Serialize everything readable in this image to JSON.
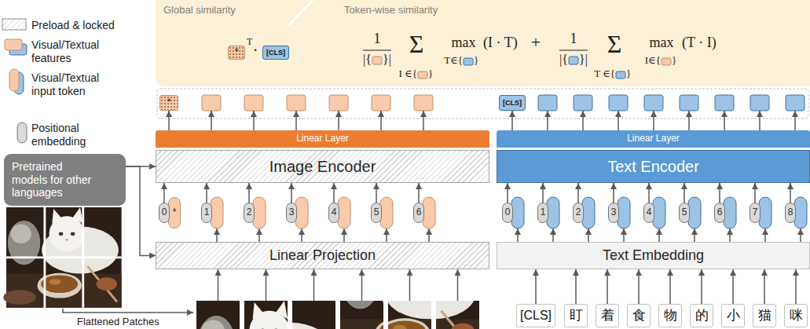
{
  "diagram": {
    "nodes": [
      {
        "text": [
          "Global similarity",
          "Token-wise similarity"
        ]
      },
      {
        "text": [
          "*"
        ],
        "in": 0
      },
      {
        "text": [
          "[CLS]"
        ],
        "in": 0
      },
      {
        "text": [
          "*"
        ]
      },
      {
        "text": [
          "[CLS]"
        ]
      },
      {
        "text": [
          "Linear Layer"
        ]
      },
      {
        "text": [
          "Linear Layer"
        ]
      },
      {
        "text": [
          "Image Encoder"
        ]
      },
      {
        "text": [
          "Text Encoder"
        ]
      },
      {
        "text": [
          "Pretrained models for other languages"
        ]
      },
      {
        "text": [
          "0"
        ]
      },
      {
        "text": [
          "*"
        ]
      },
      {
        "text": [
          "1"
        ]
      },
      {
        "text": [
          "2"
        ]
      },
      {
        "text": [
          "3"
        ]
      },
      {
        "text": [
          "4"
        ]
      },
      {
        "text": [
          "5"
        ]
      },
      {
        "text": [
          "6"
        ]
      },
      {
        "text": [
          "0"
        ]
      },
      {
        "text": [
          "1"
        ]
      },
      {
        "text": [
          "2"
        ]
      },
      {
        "text": [
          "3"
        ]
      },
      {
        "text": [
          "4"
        ]
      },
      {
        "text": [
          "5"
        ]
      },
      {
        "text": [
          "6"
        ]
      },
      {
        "text": [
          "7"
        ]
      },
      {
        "text": [
          "8"
        ]
      },
      {
        "text": [
          "Linear Projection"
        ]
      },
      {
        "text": [
          "Text Embedding"
        ]
      },
      {
        "text": [
          "[CLS]"
        ]
      },
      {
        "text": [
          "盯"
        ]
      },
      {
        "text": [
          "着"
        ]
      },
      {
        "text": [
          "食"
        ]
      },
      {
        "text": [
          "物"
        ]
      },
      {
        "text": [
          "的"
        ]
      },
      {
        "text": [
          "小"
        ]
      },
      {
        "text": [
          "猫"
        ]
      },
      {
        "text": [
          "咪"
        ]
      }
    ],
    "edges": [
      {
        "from": 9,
        "to": 7,
        "arrow": "to"
      },
      {
        "from": 9,
        "to": 27,
        "arrow": "to"
      },
      {
        "from": 10,
        "to": 7,
        "arrow": "to"
      },
      {
        "from": 12,
        "to": 7,
        "arrow": "to"
      },
      {
        "from": 13,
        "to": 7,
        "arrow": "to"
      },
      {
        "from": 14,
        "to": 7,
        "arrow": "to"
      },
      {
        "from": 15,
        "to": 7,
        "arrow": "to"
      },
      {
        "from": 16,
        "to": 7,
        "arrow": "to"
      },
      {
        "from": 17,
        "to": 7,
        "arrow": "to"
      },
      {
        "from": 18,
        "to": 8,
        "arrow": "to"
      },
      {
        "from": 19,
        "to": 8,
        "arrow": "to"
      },
      {
        "from": 20,
        "to": 8,
        "arrow": "to"
      },
      {
        "from": 21,
        "to": 8,
        "arrow": "to"
      },
      {
        "from": 22,
        "to": 8,
        "arrow": "to"
      },
      {
        "from": 23,
        "to": 8,
        "arrow": "to"
      },
      {
        "from": 24,
        "to": 8,
        "arrow": "to"
      },
      {
        "from": 25,
        "to": 8,
        "arrow": "to"
      },
      {
        "from": 26,
        "to": 8,
        "arrow": "to"
      },
      {
        "from": 5,
        "to": 3,
        "arrow": "to"
      },
      {
        "from": 6,
        "to": 4,
        "arrow": "to"
      },
      {
        "from": 29,
        "to": 28,
        "arrow": "to"
      },
      {
        "from": 30,
        "to": 28,
        "arrow": "to"
      },
      {
        "from": 31,
        "to": 28,
        "arrow": "to"
      },
      {
        "from": 32,
        "to": 28,
        "arrow": "to"
      },
      {
        "from": 33,
        "to": 28,
        "arrow": "to"
      },
      {
        "from": 34,
        "to": 28,
        "arrow": "to"
      },
      {
        "from": 35,
        "to": 28,
        "arrow": "to"
      },
      {
        "from": 36,
        "to": 28,
        "arrow": "to"
      },
      {
        "from": 37,
        "to": 28,
        "arrow": "to"
      }
    ],
    "labels": [
      "Flattened Patches",
      "T",
      "·",
      "1",
      "|{",
      "}|",
      "Σ",
      "I ∈{",
      "}",
      "max",
      "T∈{",
      "}",
      "(I · T)",
      "+",
      "1",
      "|{",
      "}|",
      "Σ",
      "T ∈{",
      "}",
      "max",
      "I∈{",
      "}",
      "(T · I)"
    ],
    "legend": [
      {
        "text": "Preload & locked"
      },
      {
        "text": "Visual/Textual features"
      },
      {
        "text": "Visual/Textual input token"
      },
      {
        "text": "Positional embedding"
      }
    ]
  }
}
